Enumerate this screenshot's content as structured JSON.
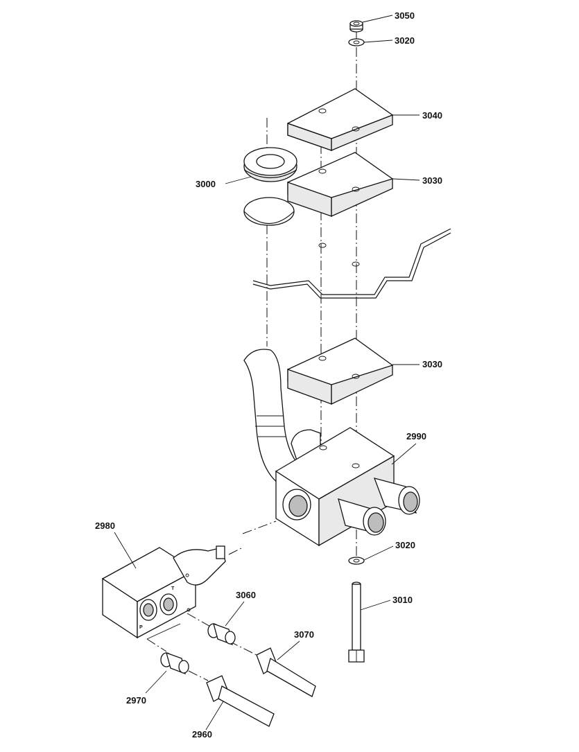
{
  "diagram": {
    "callouts": [
      {
        "id": "c3050",
        "label": "3050"
      },
      {
        "id": "c3020a",
        "label": "3020"
      },
      {
        "id": "c3040",
        "label": "3040"
      },
      {
        "id": "c3000",
        "label": "3000"
      },
      {
        "id": "c3030a",
        "label": "3030"
      },
      {
        "id": "c3030b",
        "label": "3030"
      },
      {
        "id": "c2990",
        "label": "2990"
      },
      {
        "id": "c2980",
        "label": "2980"
      },
      {
        "id": "c3020b",
        "label": "3020"
      },
      {
        "id": "c3010",
        "label": "3010"
      },
      {
        "id": "c3060",
        "label": "3060"
      },
      {
        "id": "c3070",
        "label": "3070"
      },
      {
        "id": "c2970",
        "label": "2970"
      },
      {
        "id": "c2960",
        "label": "2960"
      }
    ],
    "port_labels": {
      "p": "P",
      "t": "T"
    }
  }
}
